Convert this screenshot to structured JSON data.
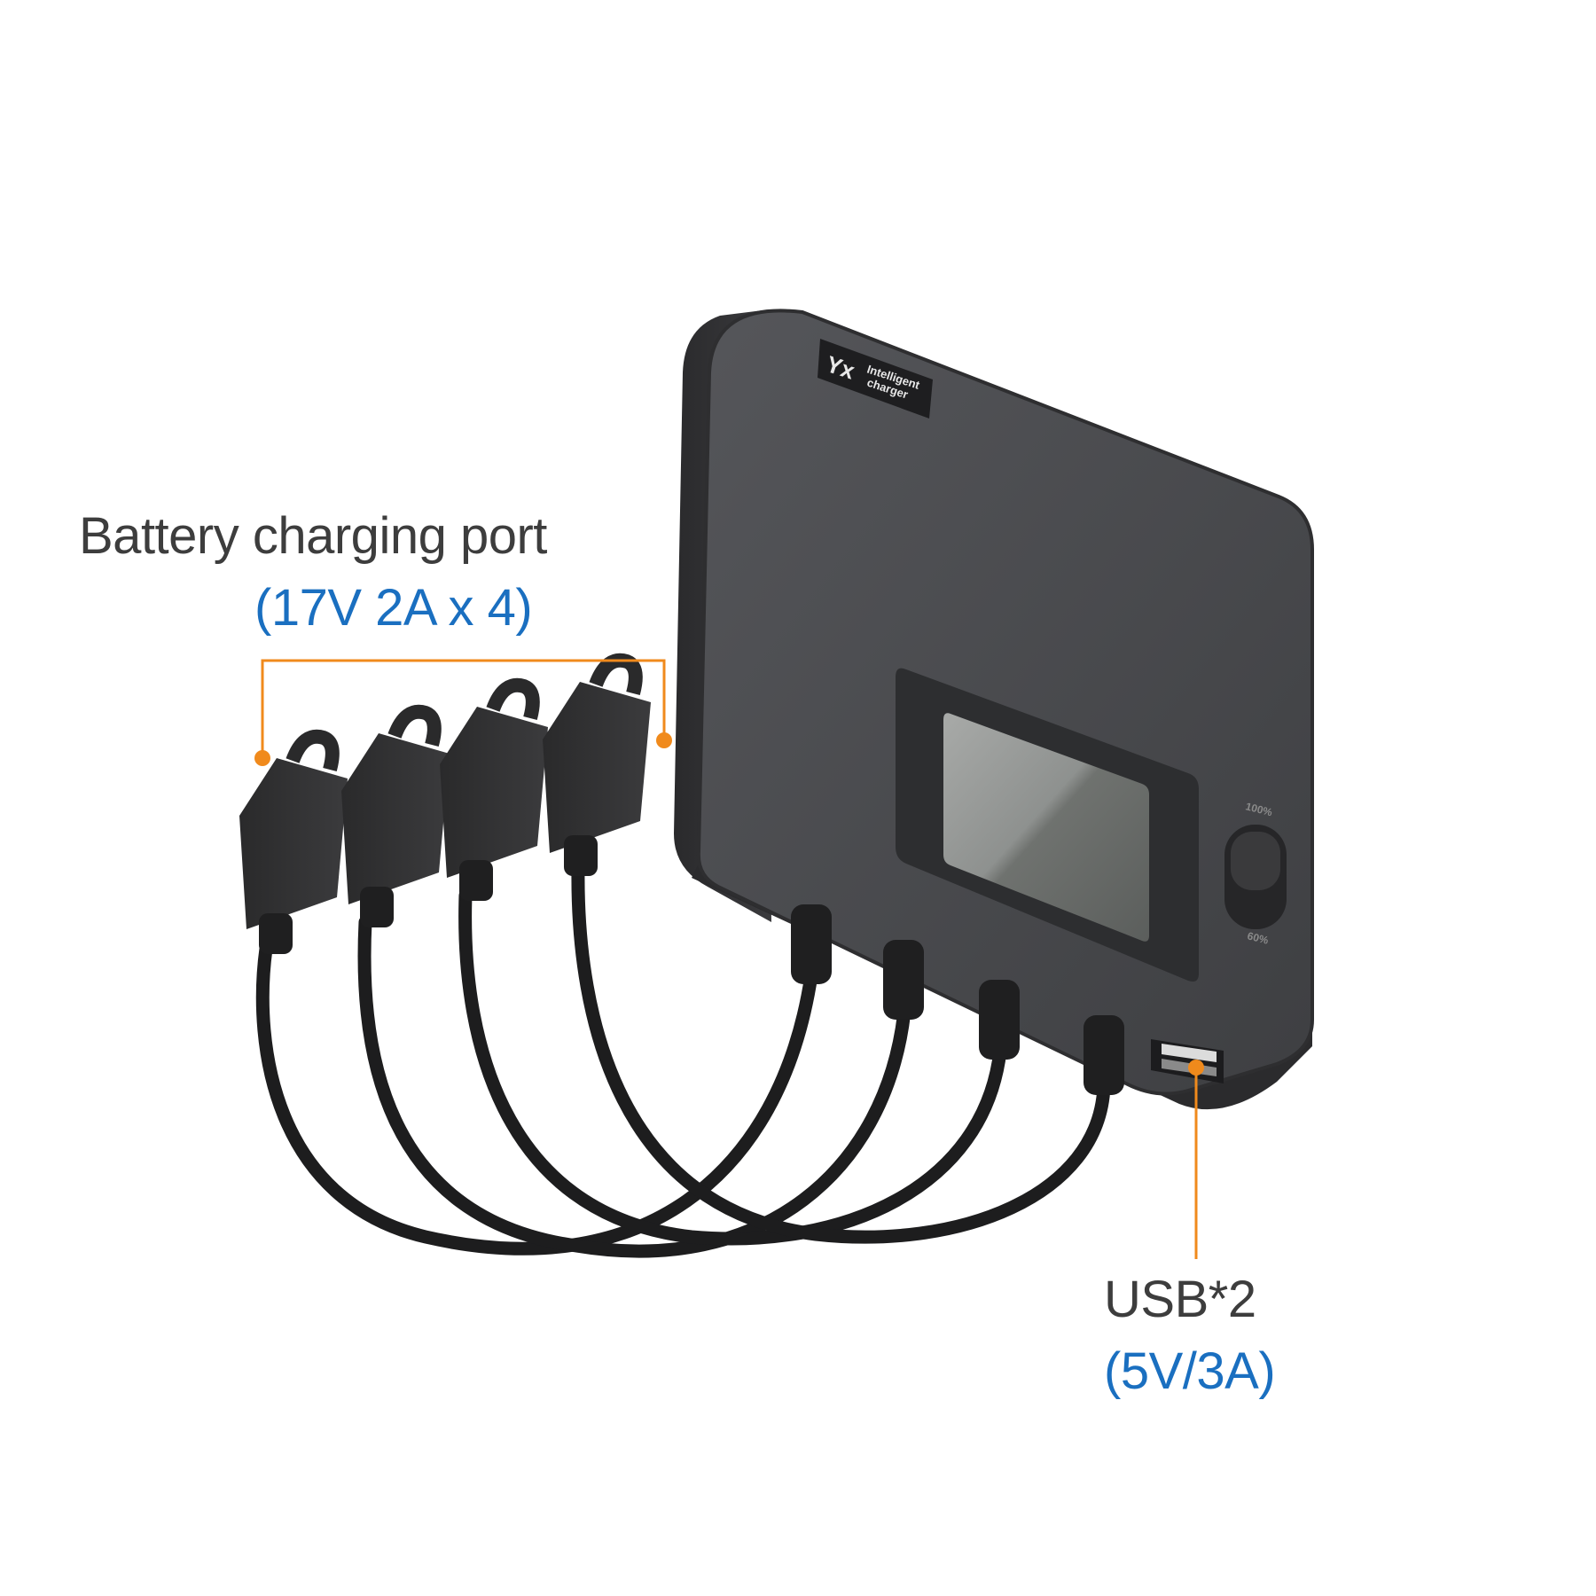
{
  "colors": {
    "accent": "#f08a1c",
    "spec_text": "#1a6fc0",
    "label_text": "#3d3d3d",
    "device_body": "#4a4a4c",
    "cable": "#1c1c1c"
  },
  "device": {
    "brand_mark": "Yx",
    "brand_line1": "Intelligent",
    "brand_line2": "charger",
    "switch_top": "100%",
    "switch_bottom": "60%"
  },
  "callouts": {
    "battery": {
      "title": "Battery charging port",
      "spec": "(17V 2A x 4)"
    },
    "usb": {
      "title": "USB*2",
      "spec": "(5V/3A)"
    }
  }
}
